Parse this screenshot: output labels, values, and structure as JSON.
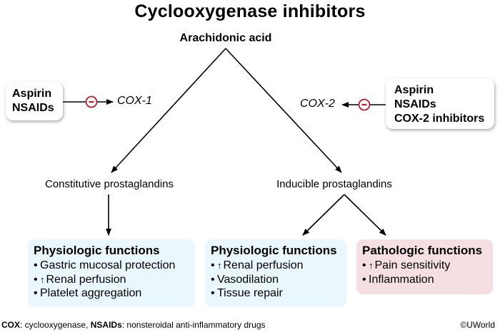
{
  "title": "Cyclooxygenase inhibitors",
  "source_molecule": "Arachidonic acid",
  "inhibitors": {
    "left": {
      "drugs": [
        "Aspirin",
        "NSAIDs"
      ],
      "target": "COX-1",
      "inhibit_symbol": "−"
    },
    "right": {
      "drugs": [
        "Aspirin",
        "NSAIDs",
        "COX-2 inhibitors"
      ],
      "target": "COX-2",
      "inhibit_symbol": "−"
    }
  },
  "prostaglandins": {
    "constitutive": "Constitutive prostaglandins",
    "inducible": "Inducible prostaglandins"
  },
  "function_boxes": [
    {
      "title": "Physiologic functions",
      "kind": "physiologic",
      "items": [
        {
          "arrow": "",
          "text": "Gastric mucosal protection"
        },
        {
          "arrow": "↑",
          "text": "Renal perfusion"
        },
        {
          "arrow": "",
          "text": "Platelet aggregation"
        }
      ]
    },
    {
      "title": "Physiologic functions",
      "kind": "physiologic",
      "items": [
        {
          "arrow": "↑",
          "text": "Renal perfusion"
        },
        {
          "arrow": "",
          "text": "Vasodilation"
        },
        {
          "arrow": "",
          "text": "Tissue repair"
        }
      ]
    },
    {
      "title": "Pathologic functions",
      "kind": "pathologic",
      "items": [
        {
          "arrow": "↑",
          "text": "Pain sensitivity"
        },
        {
          "arrow": "",
          "text": "Inflammation"
        }
      ]
    }
  ],
  "bullet": "•",
  "footer": {
    "abbr1": "COX",
    "def1": ": cyclooxygenase, ",
    "abbr2": "NSAIDs",
    "def2": ": nonsteroidal anti-inflammatory drugs",
    "copyright": "©UWorld"
  },
  "colors": {
    "physiologic_bg": "#eaf7fc",
    "pathologic_bg": "#f5dfe2",
    "inhibit_red": "#b3202e"
  }
}
